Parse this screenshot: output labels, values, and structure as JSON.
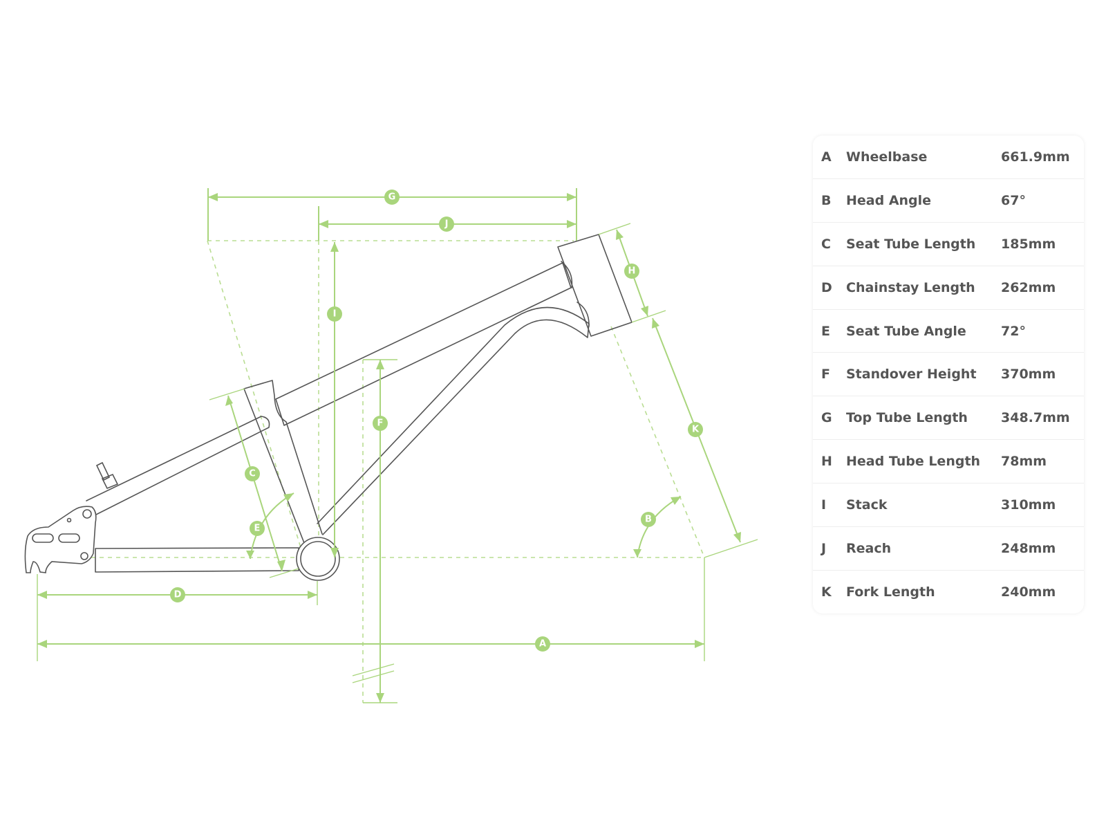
{
  "diagram": {
    "markers": [
      "A",
      "B",
      "C",
      "D",
      "E",
      "F",
      "G",
      "H",
      "I",
      "J",
      "K"
    ]
  },
  "specs": [
    {
      "key": "A",
      "name": "Wheelbase",
      "value": "661.9mm"
    },
    {
      "key": "B",
      "name": "Head Angle",
      "value": "67°"
    },
    {
      "key": "C",
      "name": "Seat Tube Length",
      "value": "185mm"
    },
    {
      "key": "D",
      "name": "Chainstay Length",
      "value": "262mm"
    },
    {
      "key": "E",
      "name": "Seat Tube Angle",
      "value": "72°"
    },
    {
      "key": "F",
      "name": "Standover Height",
      "value": "370mm"
    },
    {
      "key": "G",
      "name": "Top Tube Length",
      "value": "348.7mm"
    },
    {
      "key": "H",
      "name": "Head Tube Length",
      "value": "78mm"
    },
    {
      "key": "I",
      "name": "Stack",
      "value": "310mm"
    },
    {
      "key": "J",
      "name": "Reach",
      "value": "248mm"
    },
    {
      "key": "K",
      "name": "Fork Length",
      "value": "240mm"
    }
  ]
}
